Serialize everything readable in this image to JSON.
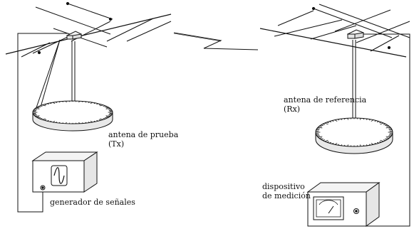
{
  "labels": {
    "test_antenna_line1": "antena de prueba",
    "test_antenna_line2": "(Tx)",
    "signal_generator": "generador de señales",
    "reference_antenna_line1": "antena de referencia",
    "reference_antenna_line2": "(Rx)",
    "measurement_device_line1": "dispositivo",
    "measurement_device_line2": "de medición"
  },
  "icons": {
    "tx_antenna": "yagi-antenna-icon",
    "rx_antenna": "yagi-antenna-icon",
    "turntable": "rotating-platform-icon",
    "generator_screen": "sine-wave-icon",
    "meter_screen": "analog-gauge-icon",
    "link": "zigzag-radio-link-icon"
  },
  "colors": {
    "ink": "#111111",
    "box_side": "#e6e6e6",
    "box_top": "#f4f4f4",
    "background": "#ffffff"
  }
}
